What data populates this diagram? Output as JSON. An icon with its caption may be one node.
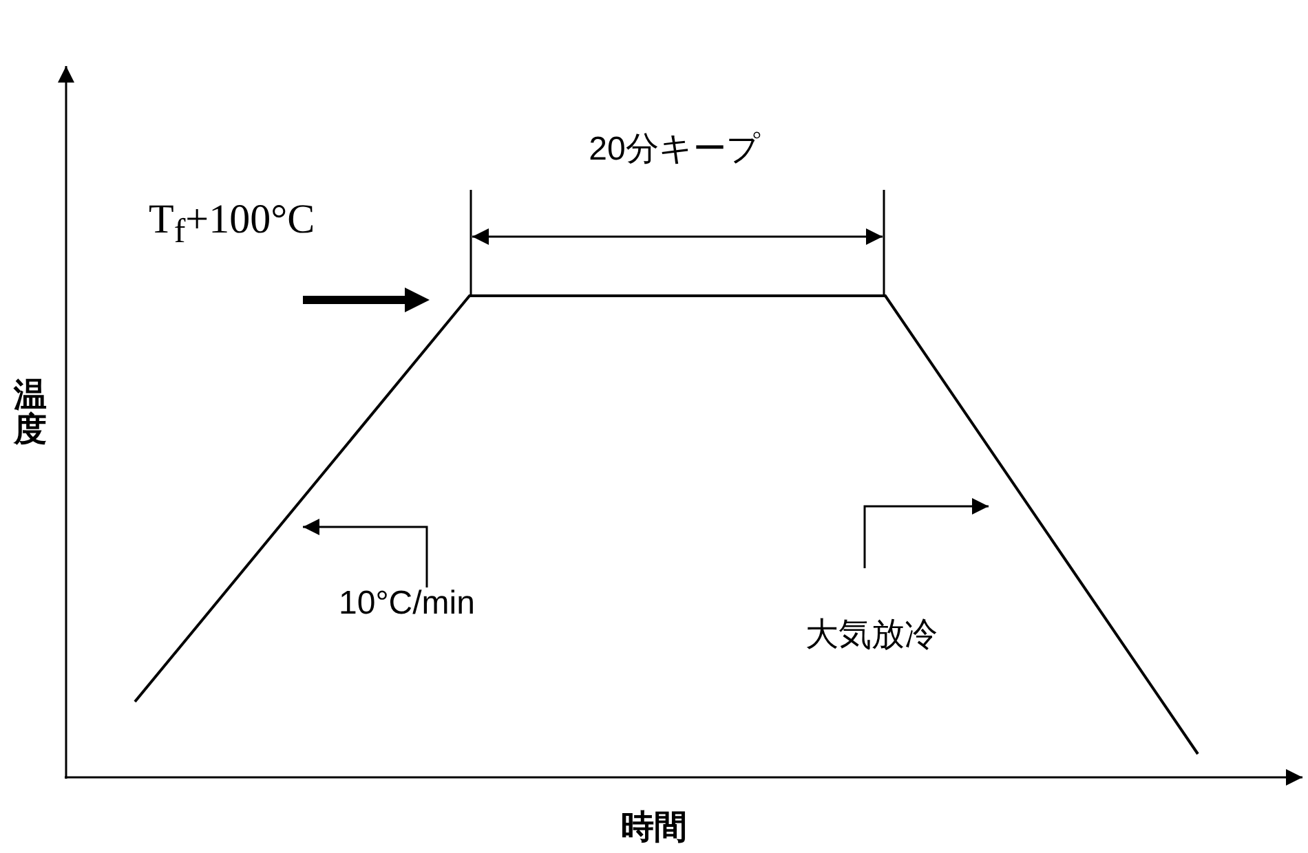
{
  "diagram": {
    "nodes": [
      {
        "text": [
          "T$_{f}$+100°C"
        ]
      },
      {
        "text": [
          "10°C/min"
        ]
      },
      {
        "text": [
          "大気放冷"
        ]
      }
    ],
    "edges": [
      {
        "from": 1,
        "to": null,
        "arrow": "to"
      },
      {
        "from": 2,
        "to": null,
        "arrow": "to"
      }
    ],
    "labels": [
      "20分キープ",
      "温度",
      "時間"
    ]
  }
}
